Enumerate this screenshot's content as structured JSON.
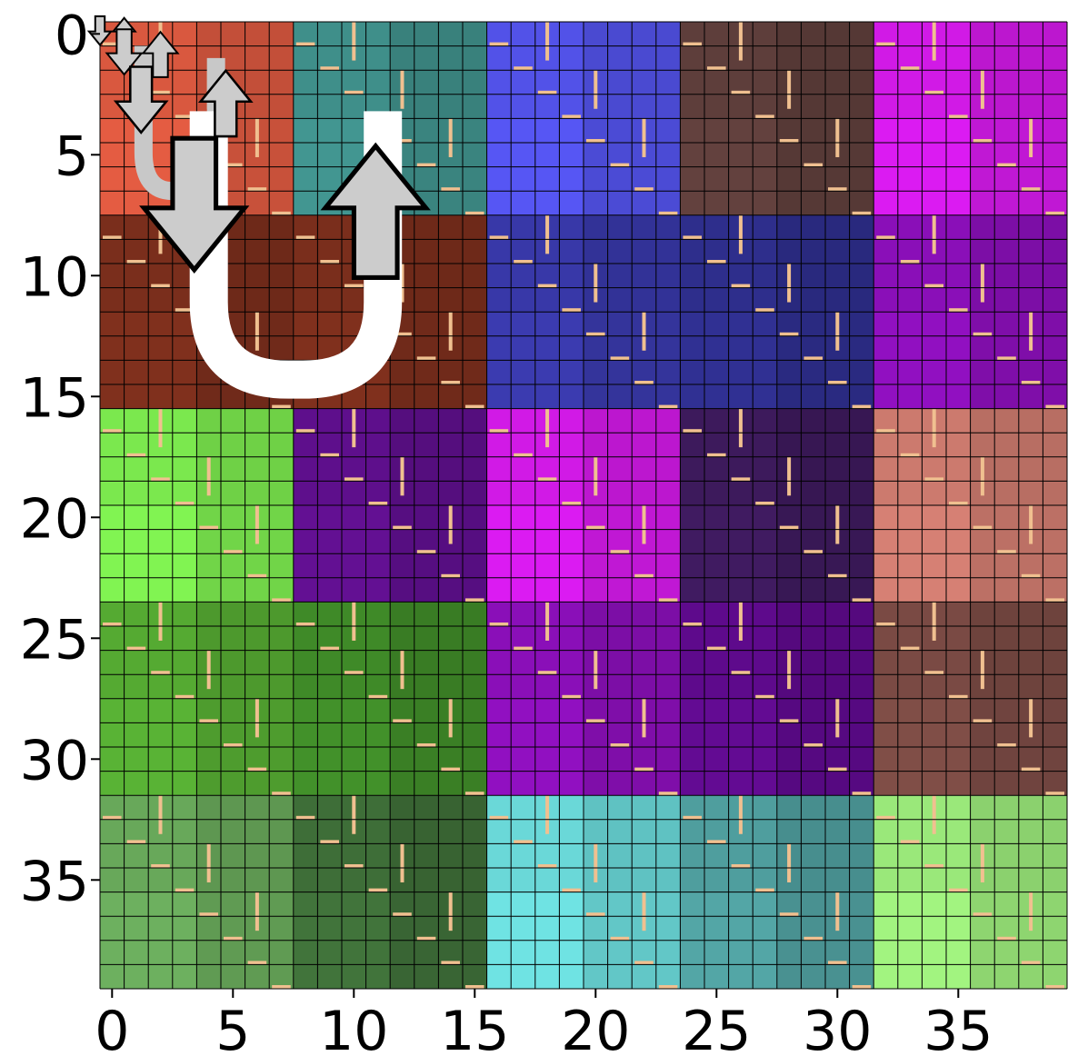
{
  "grid": {
    "rows": 40,
    "cols": 40,
    "block": 8,
    "block_colors": [
      [
        "#d9583f",
        "#3f8f8a",
        "#5252e8",
        "#5e3e3b",
        "#d11ae6"
      ],
      [
        "#7a2e1c",
        "#7a2e1c",
        "#3838a8",
        "#2e2e8c",
        "#8a0fb8"
      ],
      [
        "#7be84e",
        "#5e0f8c",
        "#d11ae6",
        "#3d1a5c",
        "#cc7a6e"
      ],
      [
        "#55aa32",
        "#3f8a28",
        "#8a0fb8",
        "#5e0a8c",
        "#7a4a44"
      ],
      [
        "#68a85a",
        "#3e6e38",
        "#6ad8d8",
        "#4f9e9e",
        "#9ae87a"
      ]
    ],
    "line_color": "#000000",
    "mark_color": "#f0c090"
  },
  "arrows": [
    {
      "name": "small-down-arrow-1",
      "dir": "down",
      "col": 0,
      "row": 0.4,
      "size": 0.7
    },
    {
      "name": "small-up-arrow-1",
      "dir": "up",
      "col": 1,
      "row": 0.4,
      "size": 0.7
    },
    {
      "name": "small-down-arrow-2",
      "dir": "down",
      "col": 1,
      "row": 1.3,
      "size": 1.1
    },
    {
      "name": "small-up-arrow-2",
      "dir": "up",
      "col": 2.5,
      "row": 1.3,
      "size": 1.1
    },
    {
      "name": "medium-down-arrow",
      "dir": "down",
      "col": 1.7,
      "row": 3.3,
      "size": 1.6
    },
    {
      "name": "medium-up-arrow",
      "dir": "up",
      "col": 5.2,
      "row": 3.3,
      "size": 1.6
    },
    {
      "name": "large-down-arrow",
      "dir": "down",
      "col": 3.9,
      "row": 7.7,
      "size": 3.2
    },
    {
      "name": "large-up-arrow",
      "dir": "up",
      "col": 11.4,
      "row": 7.7,
      "size": 3.2
    }
  ],
  "axes": {
    "x_ticks": [
      "0",
      "5",
      "10",
      "15",
      "20",
      "25",
      "30",
      "35"
    ],
    "y_ticks": [
      "0",
      "5",
      "10",
      "15",
      "20",
      "25",
      "30",
      "35"
    ]
  }
}
